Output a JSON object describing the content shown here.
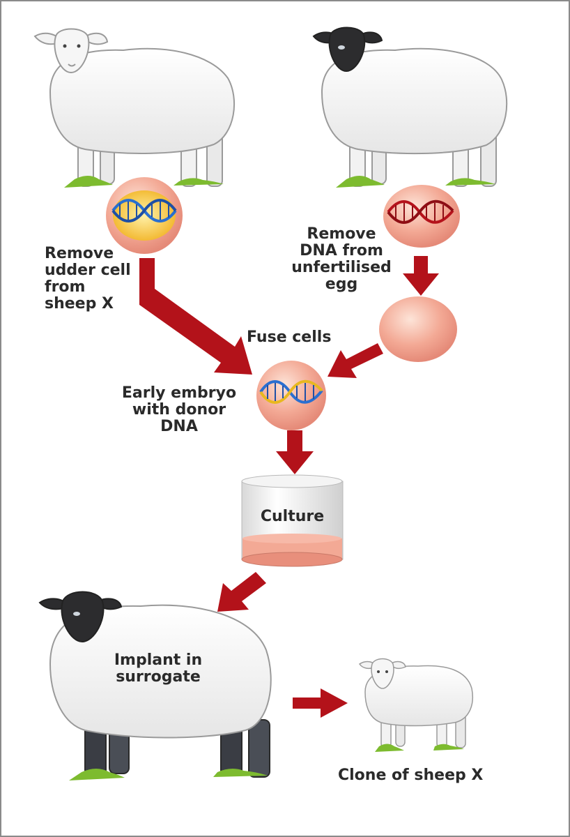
{
  "labels": {
    "remove_udder": "Remove\nudder cell\nfrom\nsheep X",
    "remove_dna": "Remove\nDNA from\nunfertilised\negg",
    "fuse": "Fuse cells",
    "embryo": "Early embryo\nwith donor\nDNA",
    "culture": "Culture",
    "implant": "Implant in\nsurrogate",
    "clone": "Clone of sheep X"
  },
  "colors": {
    "arrow": "#b3121a",
    "cell_pink": "#f2a393",
    "nucleus_yellow": "#f3c82e",
    "dna_blue": "#2a6fd0",
    "dna_red": "#b5121b",
    "black_face": "#2c2c2e",
    "grass": "#7dbb2f"
  }
}
